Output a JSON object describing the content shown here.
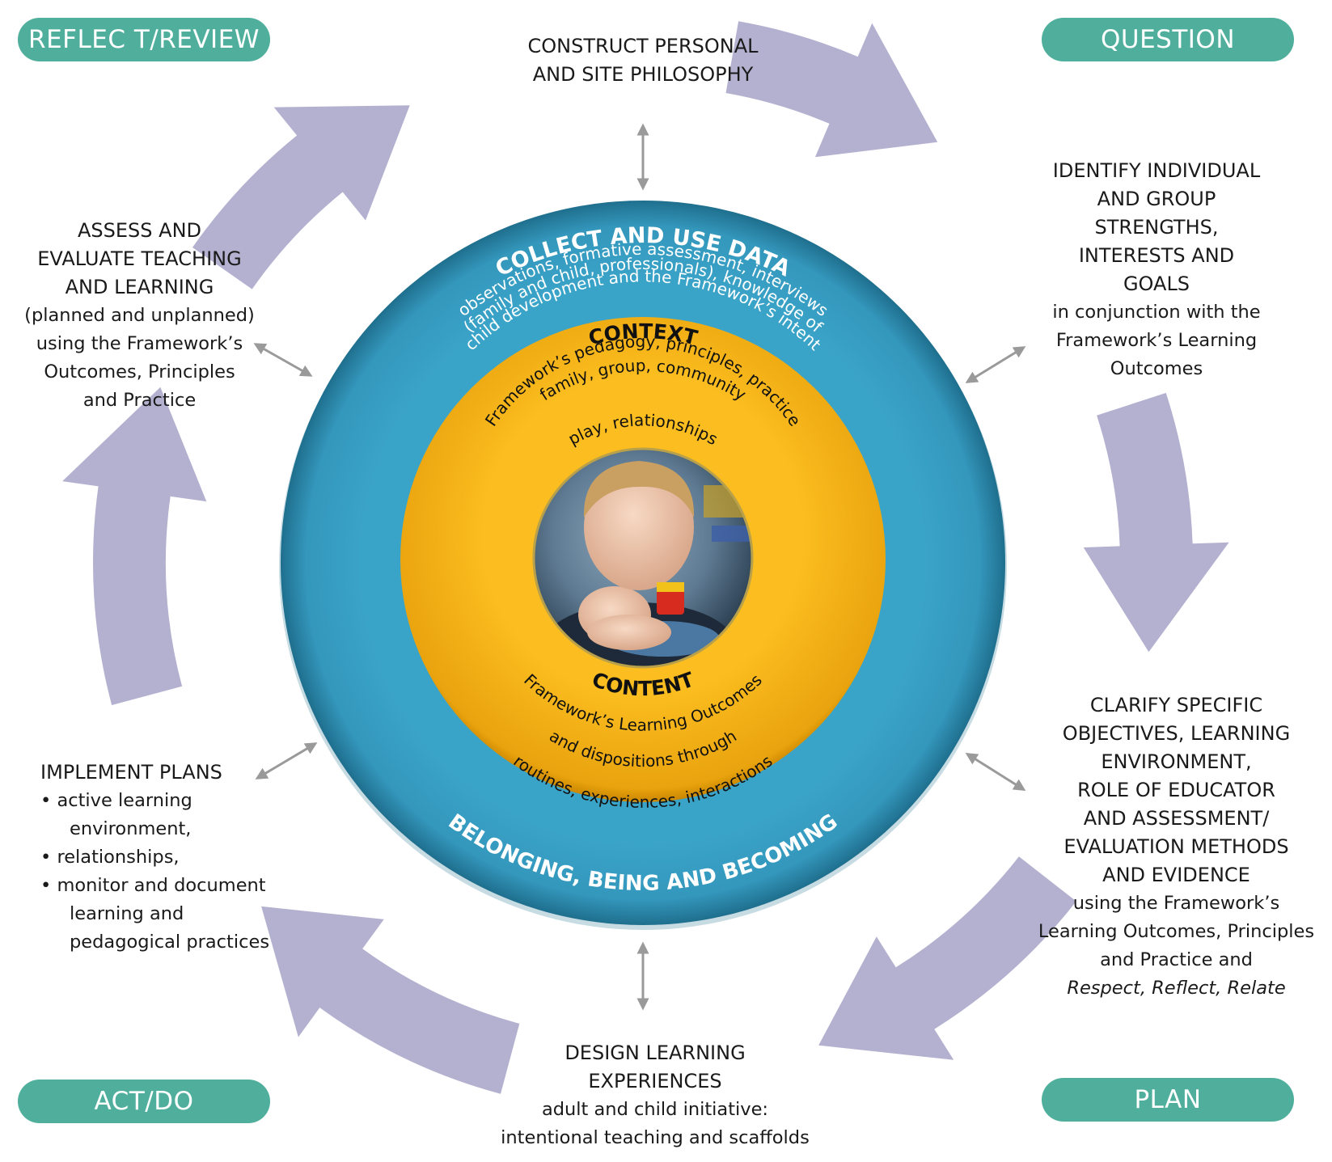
{
  "pills": {
    "reflect": "REFLEC T/REVIEW",
    "question": "QUESTION",
    "act": "ACT/DO",
    "plan": "PLAN"
  },
  "top": {
    "heading": [
      "CONSTRUCT PERSONAL",
      "AND SITE PHILOSOPHY"
    ]
  },
  "right_top": {
    "heading": [
      "IDENTIFY INDIVIDUAL",
      "AND GROUP",
      "STRENGTHS,",
      "INTERESTS AND",
      "GOALS"
    ],
    "body": [
      "in conjunction with the",
      "Framework’s Learning",
      "Outcomes"
    ]
  },
  "right_bottom": {
    "heading": [
      "CLARIFY SPECIFIC",
      "OBJECTIVES, LEARNING",
      "ENVIRONMENT,",
      "ROLE OF EDUCATOR",
      "AND ASSESSMENT/",
      "EVALUATION METHODS",
      "AND EVIDENCE"
    ],
    "body": [
      "using the Framework’s",
      "Learning Outcomes, Principles",
      "and Practice and"
    ],
    "italic": "Respect, Reflect, Relate"
  },
  "bottom": {
    "heading": [
      "DESIGN LEARNING",
      "EXPERIENCES"
    ],
    "body": [
      "adult and child initiative:",
      "intentional teaching and scaffolds"
    ]
  },
  "left_bottom": {
    "heading": "IMPLEMENT PLANS",
    "bullet": "•",
    "items": [
      [
        "active learning",
        "environment,"
      ],
      [
        "relationships,"
      ],
      [
        "monitor and document",
        "learning and",
        "pedagogical practices"
      ]
    ]
  },
  "left_top": {
    "heading": [
      "ASSESS AND",
      "EVALUATE TEACHING",
      "AND LEARNING"
    ],
    "body": [
      "(planned and unplanned)",
      "using the Framework’s",
      "Outcomes, Principles",
      "and Practice"
    ]
  },
  "ring": {
    "collect_title": "COLLECT AND USE DATA",
    "collect_lines": [
      "observations, formative assessment, interviews",
      "(family and child, professionals), knowledge of",
      "child development and the Framework’s intent"
    ],
    "belonging": "BELONGING, BEING AND BECOMING"
  },
  "core": {
    "context_title": "CONTEXT",
    "context_lines": [
      "family, group, community",
      "Framework’s pedagogy, principles, practice",
      "play, relationships"
    ],
    "content_title": "CONTENT",
    "content_lines": [
      "Framework’s Learning Outcomes",
      "and dispositions through",
      "routines, experiences, interactions"
    ]
  },
  "colors": {
    "pill": "#4faf9c",
    "flow_arrow": "#b3b1cf",
    "outer_ring": "#3497bc",
    "inner_disc": "#f7b61a",
    "connector": "#9a9a9a"
  }
}
